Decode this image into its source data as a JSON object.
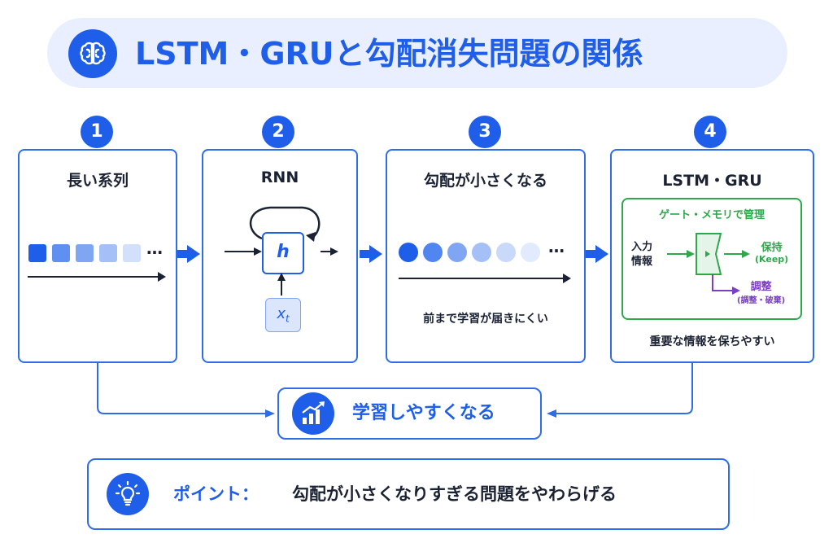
{
  "title": "LSTM・GRUと勾配消失問題の関係",
  "steps": [
    {
      "num": "1",
      "title": "長い系列",
      "dots": "…"
    },
    {
      "num": "2",
      "title": "RNN",
      "hidden": "h",
      "input_base": "x",
      "input_sub": "t"
    },
    {
      "num": "3",
      "title": "勾配が小さくなる",
      "dots": "…",
      "caption": "前まで学習が届きにくい"
    },
    {
      "num": "4",
      "title": "LSTM・GRU",
      "gate_title": "ゲート・メモリで管理",
      "input_label_1": "入力",
      "input_label_2": "情報",
      "keep_label": "保持",
      "keep_sub": "(Keep)",
      "adjust_label": "調整",
      "adjust_sub": "(調整・破棄)",
      "caption": "重要な情報を保ちやすい"
    }
  ],
  "result": {
    "label": "学習しやすくなる"
  },
  "point": {
    "label": "ポイント：",
    "text": "勾配が小さくなりすぎる問題をやわらげる"
  },
  "colors": {
    "primary": "#1f5ee8",
    "border": "#2f6de8",
    "green": "#2ea84a",
    "purple": "#7b3fc4",
    "light": "#e9efff"
  }
}
